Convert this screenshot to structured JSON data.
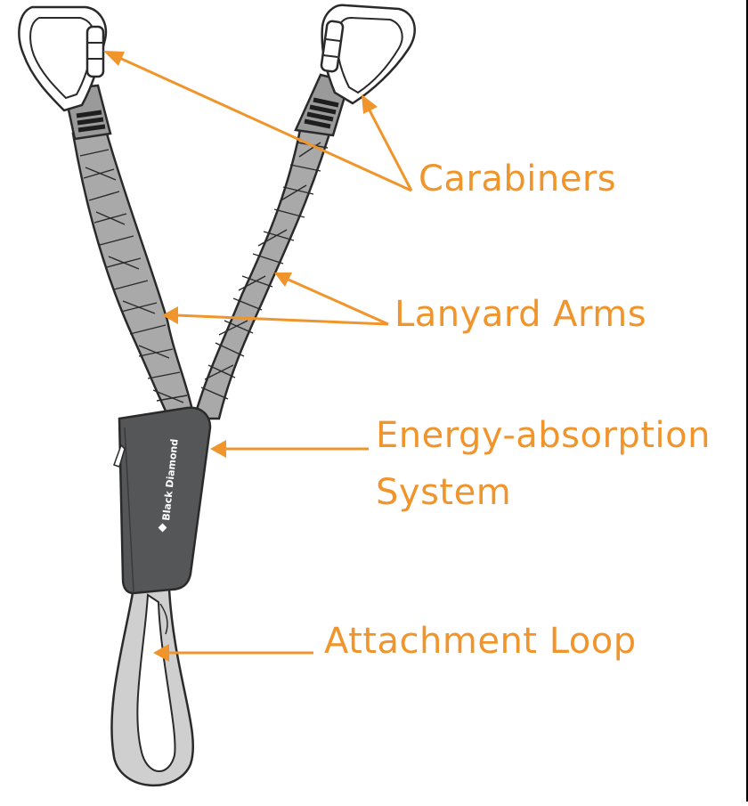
{
  "labels": {
    "carabiners": "Carabiners",
    "lanyard_arms": "Lanyard Arms",
    "energy_line1": "Energy-absorption",
    "energy_line2": "System",
    "attachment_loop": "Attachment Loop"
  },
  "brand_text": "Black Diamond",
  "colors": {
    "accent": "#F0952B",
    "bungee": "#A9A9A9",
    "pouch": "#555658",
    "webbing": "#CFCFCF",
    "outline": "#2A2A2A"
  }
}
